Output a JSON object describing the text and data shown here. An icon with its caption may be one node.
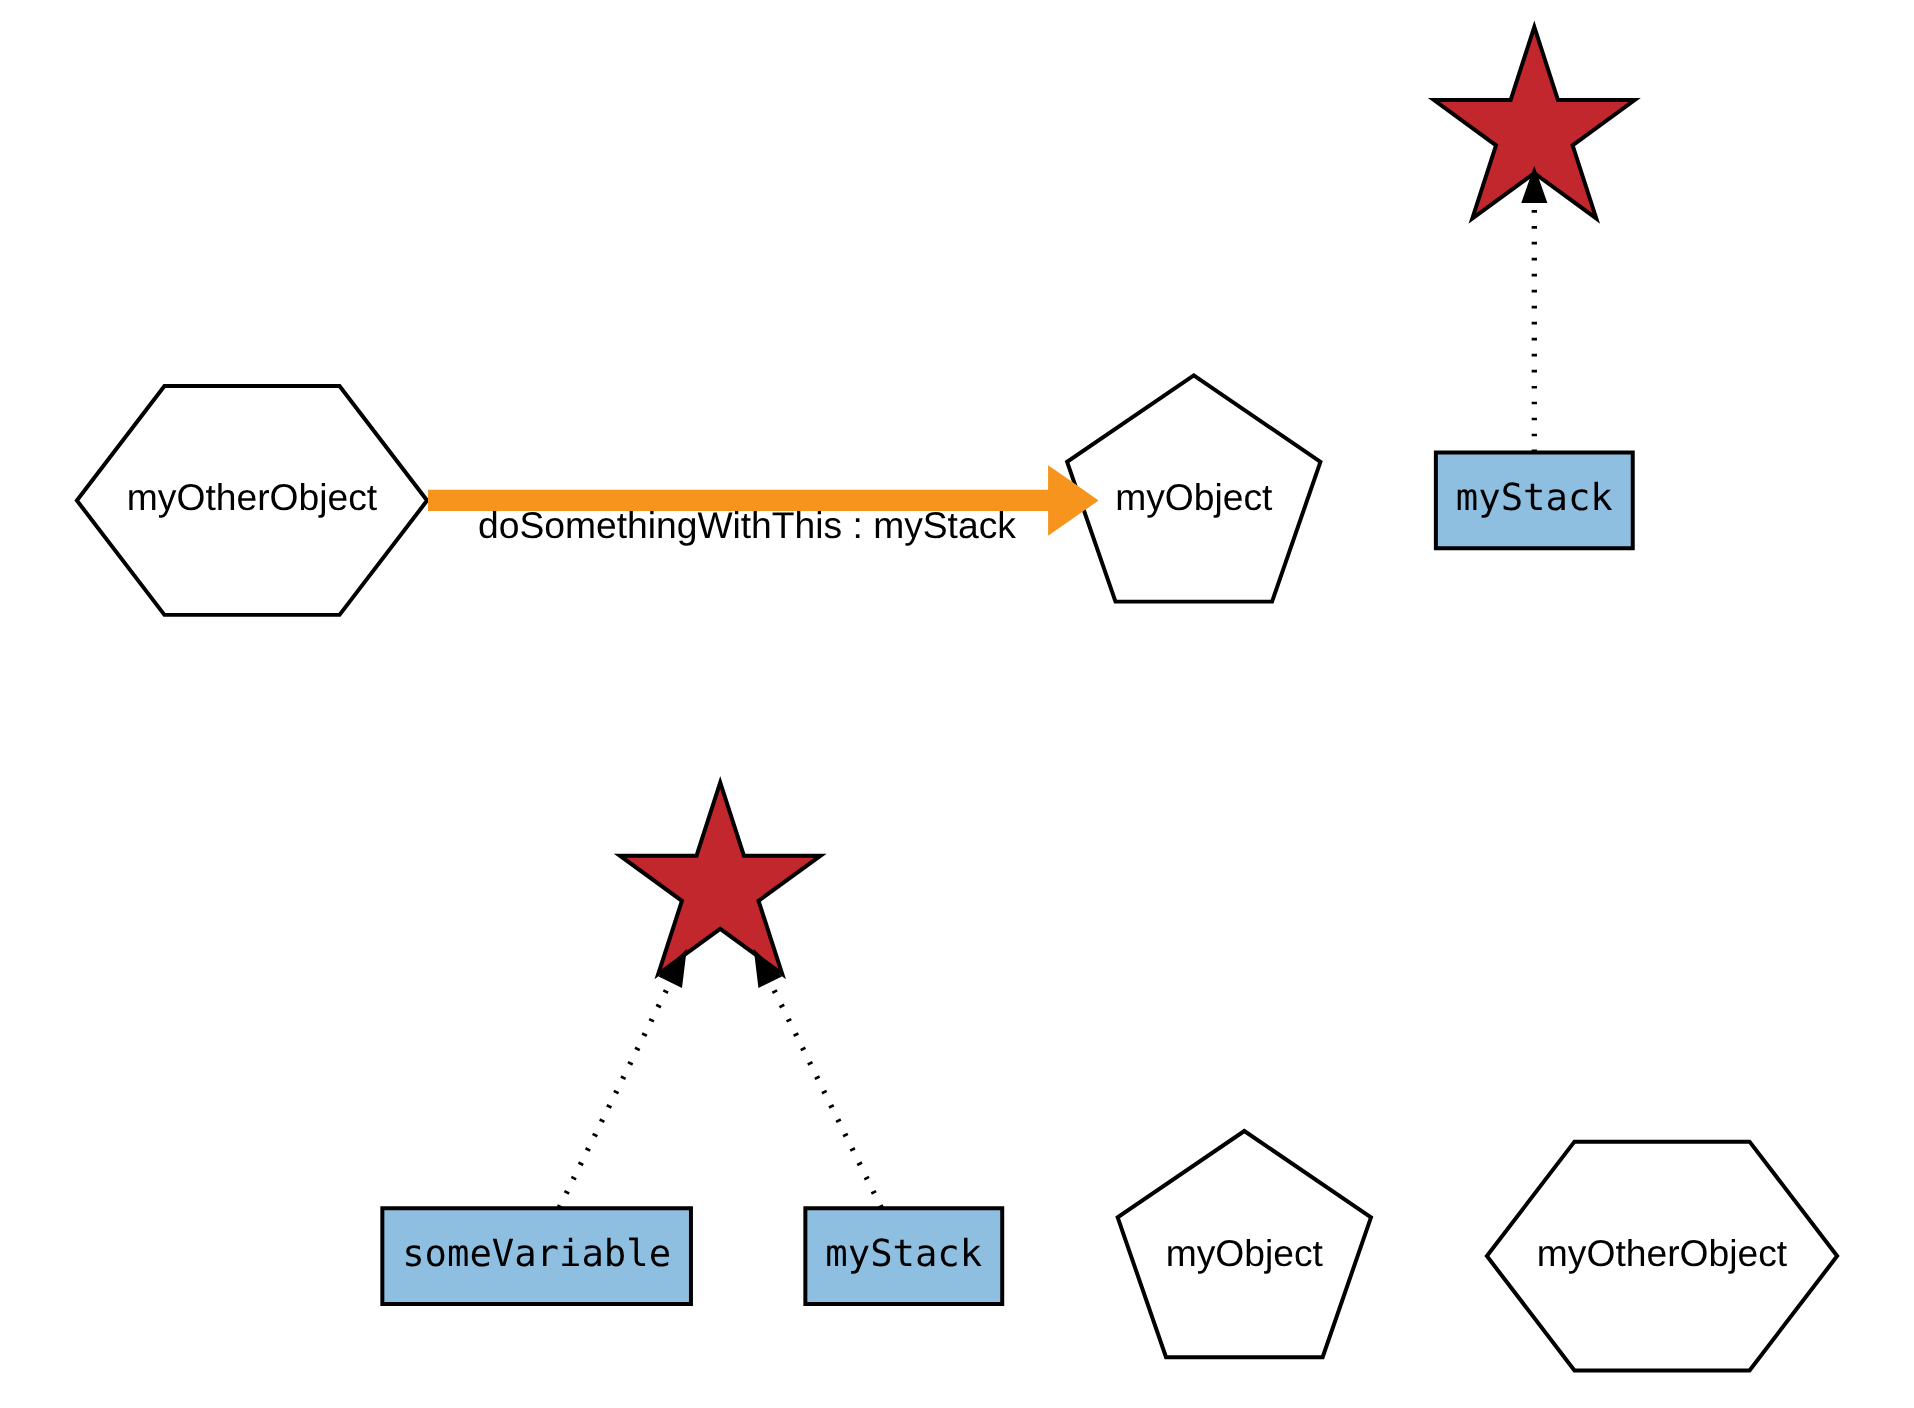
{
  "diagram": {
    "nodes": [
      {
        "text": [
          "myObject"
        ]
      },
      {
        "text": [
          "myOtherObject"
        ]
      },
      {
        "text": [
          "myStack"
        ]
      },
      {
        "text": [],
        "shape": "star"
      },
      {
        "text": [
          "myObject"
        ]
      },
      {
        "text": [
          "someVariable"
        ]
      },
      {
        "text": [
          "myOtherObject"
        ]
      },
      {
        "text": [
          "myStack"
        ]
      },
      {
        "text": [],
        "shape": "star"
      }
    ],
    "edges": [
      {
        "from": 2,
        "to": 3,
        "arrow": "to",
        "style": "dashed"
      },
      {
        "from": 1,
        "to": 0,
        "arrow": "to",
        "label": "doSomethingWithThis : myStack",
        "style": "thick",
        "color": "#f7941d"
      },
      {
        "from": 5,
        "to": 8,
        "arrow": "to",
        "style": "dashed"
      },
      {
        "from": 7,
        "to": 8,
        "arrow": "to",
        "style": "dashed"
      }
    ]
  }
}
